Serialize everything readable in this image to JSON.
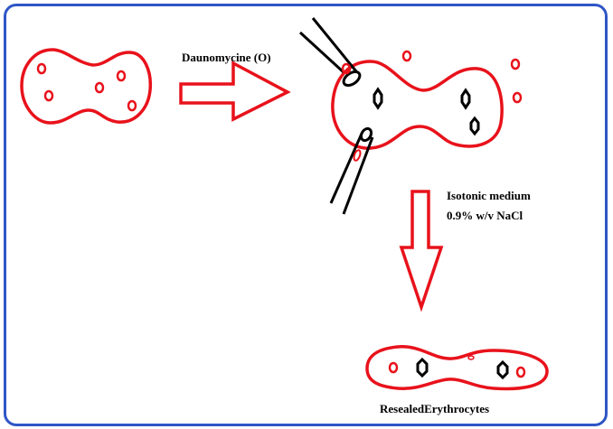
{
  "labels": {
    "drug": "Daunomycine (O)",
    "medium_line1": "Isotonic medium",
    "medium_line2": "0.9% w/v NaCl",
    "result": "ResealedErythrocytes"
  },
  "colors": {
    "cell": "#e8121b",
    "drug_marker": "#e8121b",
    "entrapped_drug": "#000000",
    "pore": "#000000",
    "border": "#2f56c6"
  }
}
